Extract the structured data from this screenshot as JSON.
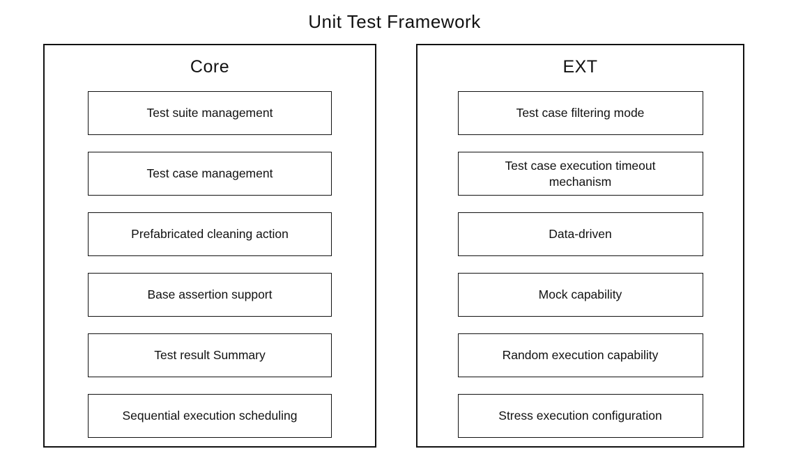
{
  "title": "Unit Test Framework",
  "core": {
    "heading": "Core",
    "items": [
      "Test suite management",
      "Test case management",
      "Prefabricated cleaning action",
      "Base assertion support",
      "Test result Summary",
      "Sequential execution scheduling"
    ]
  },
  "ext": {
    "heading": "EXT",
    "items": [
      "Test case filtering mode",
      "Test case execution timeout mechanism",
      "Data-driven",
      "Mock capability",
      "Random execution capability",
      "Stress execution configuration"
    ]
  },
  "colors": {
    "border": "#111111",
    "background": "#ffffff",
    "text": "#111111"
  }
}
